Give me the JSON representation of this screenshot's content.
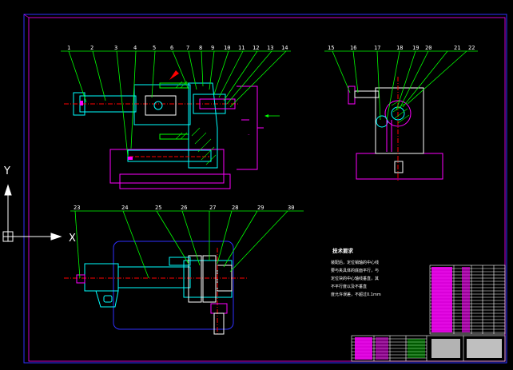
{
  "drawing": {
    "callouts_top_left": [
      "1",
      "2",
      "3",
      "4",
      "5",
      "6",
      "7",
      "8",
      "9",
      "10",
      "11",
      "12",
      "13",
      "14"
    ],
    "callouts_top_right": [
      "15",
      "16",
      "17",
      "18",
      "19",
      "20",
      "21",
      "22"
    ],
    "callouts_bottom": [
      "23",
      "24",
      "25",
      "26",
      "27",
      "28",
      "29",
      "30"
    ]
  },
  "ucs": {
    "y_label": "Y",
    "x_label": "X"
  },
  "notes": {
    "title": "技术要求",
    "lines": [
      "装配后，定位销轴的中心线",
      "要与夹具体的底面平行，与",
      "定位块的中心轴线垂直，其",
      "不平行度以及不垂直",
      "度允许误差，不超过0.1mm"
    ]
  },
  "colors": {
    "frame": "#0000ff",
    "part": "#00ffff",
    "leader": "#00ff00",
    "dim": "#ff00ff",
    "white": "#ffffff",
    "yellow": "#ffff00"
  }
}
